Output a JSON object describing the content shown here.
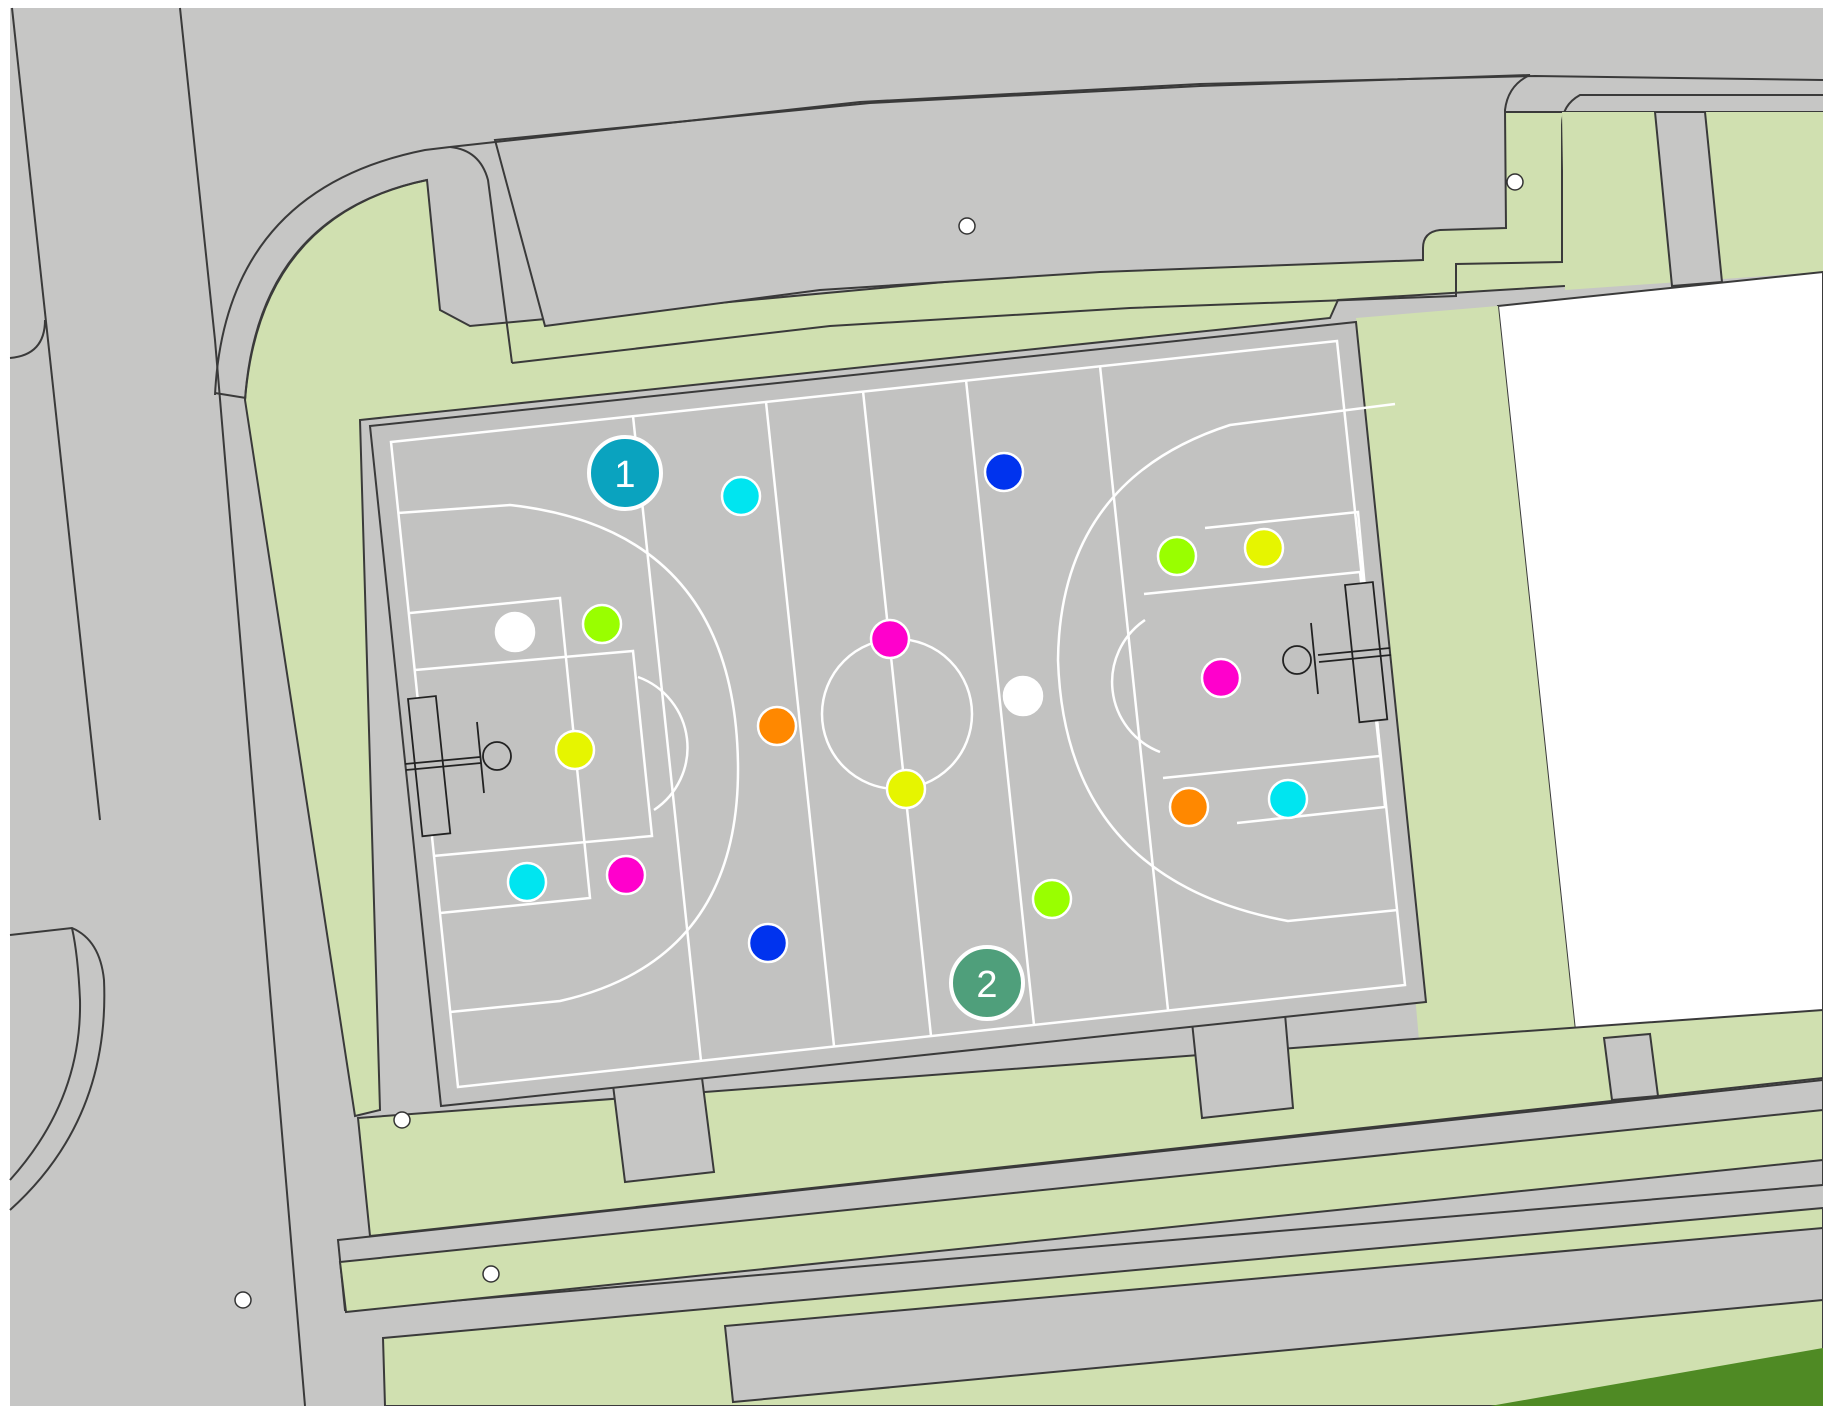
{
  "colors": {
    "pavement": "#c6c6c5",
    "lawn": "#d0e0b0",
    "court_surface": "#bfbfbe",
    "court_lines": "#ffffff",
    "outline": "#3a3a3a",
    "building": "#ffffff",
    "field_green": "#4f8a24",
    "marker_1": "#0aa3bf",
    "marker_2": "#4f9f7b"
  },
  "markers": [
    {
      "id": "1",
      "label": "1"
    },
    {
      "id": "2",
      "label": "2"
    }
  ],
  "players": [
    {
      "team": "cyan",
      "color": "#00e5f0"
    },
    {
      "team": "blue",
      "color": "#0033ee"
    },
    {
      "team": "lime",
      "color": "#99ff00"
    },
    {
      "team": "yellow",
      "color": "#e6f500"
    },
    {
      "team": "magenta",
      "color": "#ff00cc"
    },
    {
      "team": "orange",
      "color": "#ff8800"
    },
    {
      "team": "white",
      "color": "#ffffff"
    }
  ]
}
